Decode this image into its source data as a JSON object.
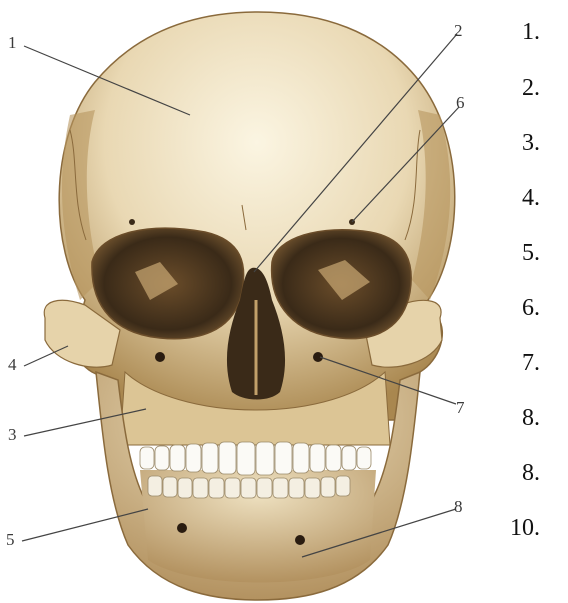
{
  "figure": {
    "callouts": [
      "1",
      "2",
      "6",
      "4",
      "3",
      "7",
      "5",
      "8"
    ]
  },
  "answer_list": {
    "items": [
      "1.",
      "2.",
      "3.",
      "4.",
      "5.",
      "6.",
      "7.",
      "8.",
      "8.",
      "10."
    ]
  },
  "colors": {
    "bone_light": "#f3e8cc",
    "bone_mid": "#d9c196",
    "bone_shadow": "#8a6a3c",
    "cavity_dark": "#3a2a18",
    "teeth": "#fbfaf6",
    "leader_line": "#444444"
  }
}
